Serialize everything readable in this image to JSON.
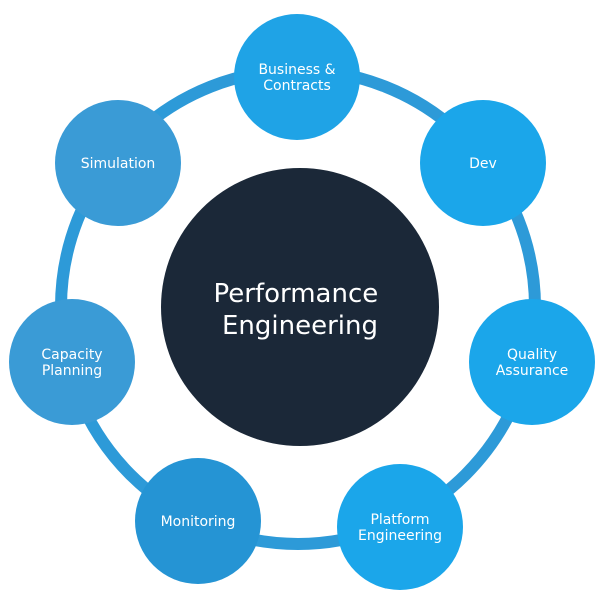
{
  "diagram": {
    "center": {
      "lines": [
        "Performance",
        "Engineering"
      ],
      "color": "#1b2838"
    },
    "ring_color": "#2d9ad8",
    "nodes": [
      {
        "id": "business-contracts",
        "lines": [
          "Business &",
          "Contracts"
        ],
        "color": "#1fa3e6"
      },
      {
        "id": "dev",
        "lines": [
          "Dev"
        ],
        "color": "#1ba6ea"
      },
      {
        "id": "quality-assurance",
        "lines": [
          "Quality",
          "Assurance"
        ],
        "color": "#1ba6ea"
      },
      {
        "id": "platform-engineering",
        "lines": [
          "Platform",
          "Engineering"
        ],
        "color": "#1ba6ea"
      },
      {
        "id": "monitoring",
        "lines": [
          "Monitoring"
        ],
        "color": "#2594d4"
      },
      {
        "id": "capacity-planning",
        "lines": [
          "Capacity",
          "Planning"
        ],
        "color": "#3a9bd6"
      },
      {
        "id": "simulation",
        "lines": [
          "Simulation"
        ],
        "color": "#3a9bd6"
      }
    ]
  }
}
